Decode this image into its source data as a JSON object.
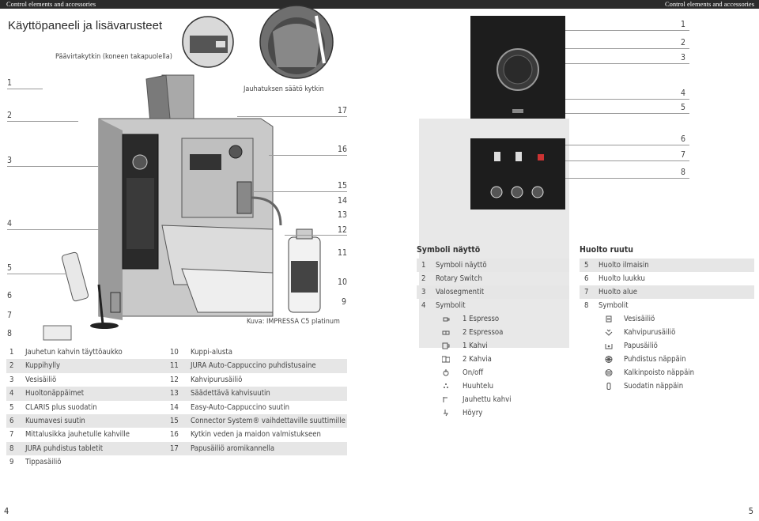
{
  "header": {
    "left": "Control elements and accessories",
    "right": "Control elements and accessories"
  },
  "title": "Käyttöpaneeli ja lisävarusteet",
  "captions": {
    "power_switch": "Päävirtakytkin (koneen takapuolella)",
    "grind_switch": "Jauhatuksen säätö kytkin",
    "figure": "Kuva: IMPRESSA C5 platinum"
  },
  "left_numbers": [
    "1",
    "2",
    "3",
    "4",
    "5",
    "6",
    "7",
    "8"
  ],
  "mid_numbers": [
    "17",
    "16",
    "15",
    "14",
    "13",
    "12",
    "11",
    "10",
    "9"
  ],
  "right_numbers_top": [
    "1",
    "2",
    "3",
    "4",
    "5"
  ],
  "right_numbers_bottom": [
    "6",
    "7",
    "8"
  ],
  "parts": [
    {
      "n1": "1",
      "t1": "Jauhetun kahvin täyttöaukko",
      "n2": "10",
      "t2": "Kuppi-alusta"
    },
    {
      "n1": "2",
      "t1": "Kuppihylly",
      "n2": "11",
      "t2": "JURA Auto-Cappuccino puhdistusaine"
    },
    {
      "n1": "3",
      "t1": "Vesisäiliö",
      "n2": "12",
      "t2": "Kahvipurusäiliö"
    },
    {
      "n1": "4",
      "t1": "Huoltonäppäimet",
      "n2": "13",
      "t2": "Säädettävä kahvisuutin"
    },
    {
      "n1": "5",
      "t1": "CLARIS plus suodatin",
      "n2": "14",
      "t2": "Easy-Auto-Cappuccino suutin"
    },
    {
      "n1": "6",
      "t1": "Kuumavesi suutin",
      "n2": "15",
      "t2": "Connector System® vaihdettaville suuttimille"
    },
    {
      "n1": "7",
      "t1": "Mittalusikka jauhetulle kahville",
      "n2": "16",
      "t2": "Kytkin veden ja maidon valmistukseen"
    },
    {
      "n1": "8",
      "t1": "JURA puhdistus tabletit",
      "n2": "17",
      "t2": "Papusäiliö aromikannella"
    },
    {
      "n1": "9",
      "t1": "Tippasäiliö",
      "n2": "",
      "t2": ""
    }
  ],
  "symbols_section": {
    "heading": "Symboli näyttö",
    "rows": [
      {
        "n": "1",
        "t": "Symboli näyttö"
      },
      {
        "n": "2",
        "t": "Rotary Switch"
      },
      {
        "n": "3",
        "t": "Valosegmentit"
      },
      {
        "n": "4",
        "t": "Symbolit"
      }
    ],
    "symbols": [
      {
        "icon": "espresso-icon",
        "t": "1 Espresso"
      },
      {
        "icon": "two-espresso-icon",
        "t": "2 Espressoa"
      },
      {
        "icon": "coffee-icon",
        "t": "1 Kahvi"
      },
      {
        "icon": "two-coffee-icon",
        "t": "2 Kahvia"
      },
      {
        "icon": "power-icon",
        "t": "On/off"
      },
      {
        "icon": "rinse-icon",
        "t": "Huuhtelu"
      },
      {
        "icon": "ground-coffee-icon",
        "t": "Jauhettu kahvi"
      },
      {
        "icon": "steam-icon",
        "t": "Höyry"
      }
    ]
  },
  "maintenance_section": {
    "heading": "Huolto ruutu",
    "rows": [
      {
        "n": "5",
        "t": "Huolto ilmaisin"
      },
      {
        "n": "6",
        "t": "Huolto luukku"
      },
      {
        "n": "7",
        "t": "Huolto alue"
      },
      {
        "n": "8",
        "t": "Symbolit"
      }
    ],
    "symbols": [
      {
        "icon": "water-tank-icon",
        "t": "Vesisäiliö"
      },
      {
        "icon": "grounds-container-icon",
        "t": "Kahvipurusäiliö"
      },
      {
        "icon": "bean-container-icon",
        "t": "Papusäiliö"
      },
      {
        "icon": "cleaning-icon",
        "t": "Puhdistus näppäin"
      },
      {
        "icon": "descale-icon",
        "t": "Kalkinpoisto näppäin"
      },
      {
        "icon": "filter-icon",
        "t": "Suodatin näppäin"
      }
    ]
  },
  "page_numbers": {
    "left": "4",
    "right": "5"
  }
}
